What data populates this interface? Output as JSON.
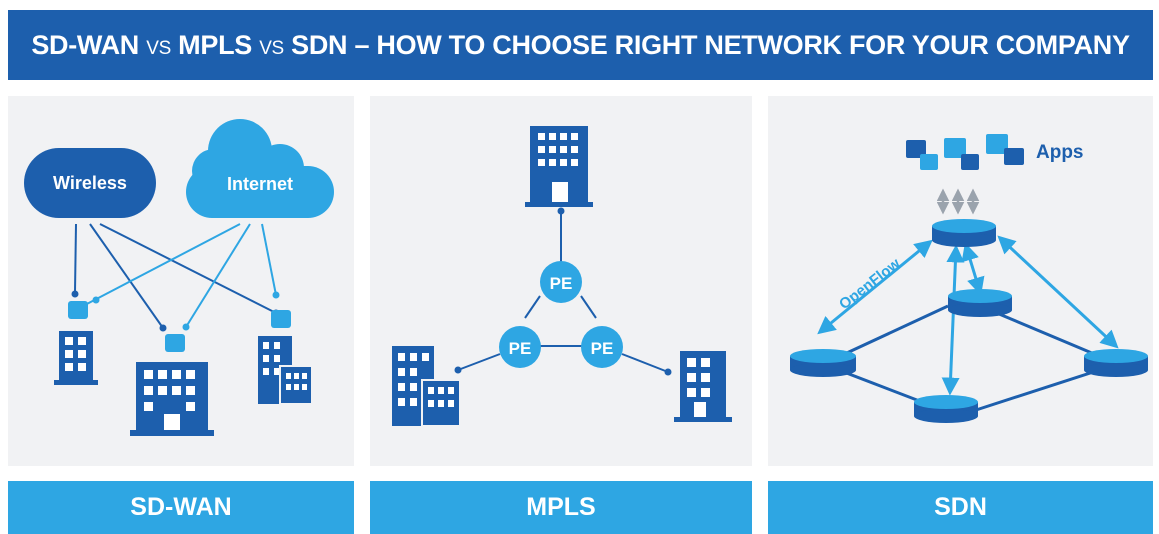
{
  "header": {
    "title_part1": "SD-WAN",
    "vs1": "VS",
    "title_part2": "MPLS",
    "vs2": "VS",
    "title_part3": "SDN – HOW TO CHOOSE RIGHT NETWORK FOR YOUR COMPANY"
  },
  "sdwan": {
    "wireless_label": "Wireless",
    "internet_label": "Internet",
    "footer_label": "SD-WAN"
  },
  "mpls": {
    "pe_top": "PE",
    "pe_left": "PE",
    "pe_right": "PE",
    "footer_label": "MPLS"
  },
  "sdn": {
    "apps_label": "Apps",
    "openflow_label": "OpenFlow",
    "footer_label": "SDN"
  },
  "colors": {
    "banner": "#1d5fad",
    "footer": "#2ea6e3",
    "dark_blue": "#1d5fad",
    "light_blue": "#2ea6e3",
    "panel_bg": "#f1f2f4"
  }
}
